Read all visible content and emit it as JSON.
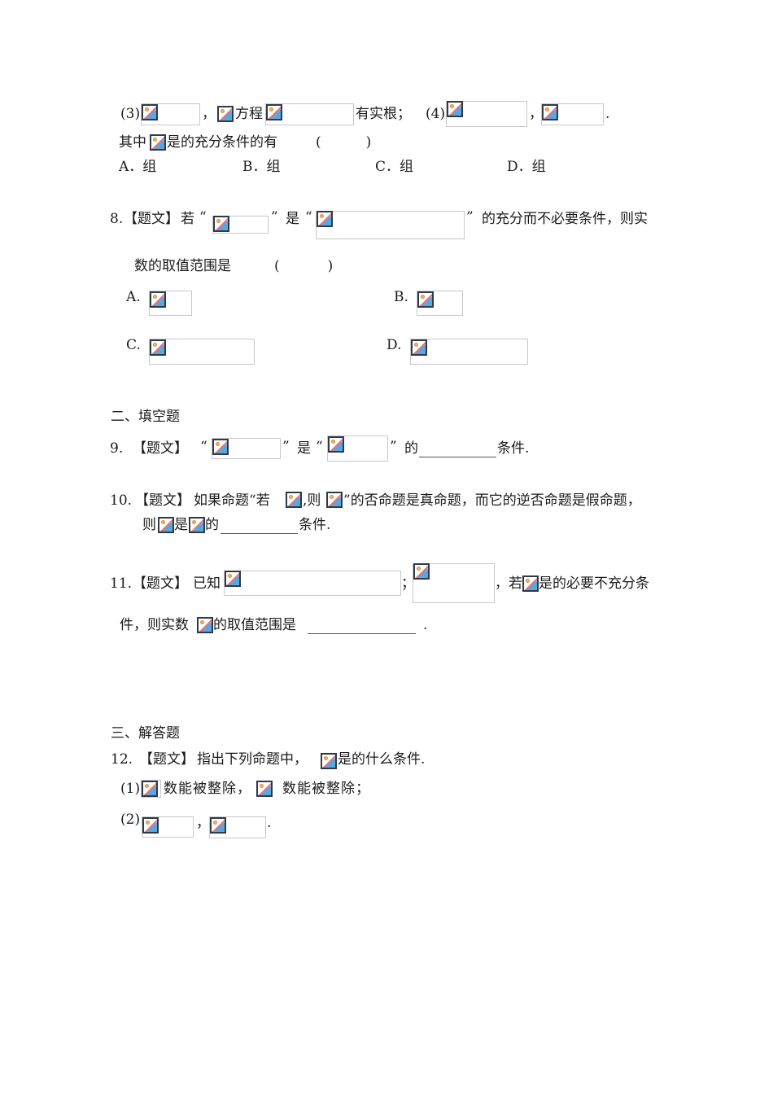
{
  "q7_tail": {
    "line1": {
      "part3_label": "(3)",
      "comma1": "，",
      "equation_label": "方程",
      "has_real_root": "有实根；",
      "part4_label": "(4)",
      "comma2": "，",
      "period": "."
    },
    "line2": {
      "prefix": "其中",
      "suffix": "是的充分条件的有",
      "paren": "(　　　)"
    },
    "options": [
      {
        "label": "A．组"
      },
      {
        "label": "B．组"
      },
      {
        "label": "C．组"
      },
      {
        "label": "D．组"
      }
    ]
  },
  "q8": {
    "number": "8.",
    "tag": "【题文】",
    "ruo": "若",
    "open_quote1": "“",
    "close_quote1": "”",
    "shi": "是",
    "open_quote2": "“",
    "close_quote2": "”",
    "tail": "的充分而不必要条件，则实",
    "line2": "数的取值范围是",
    "paren": "(　　　)",
    "options": [
      {
        "label": "A."
      },
      {
        "label": "B."
      },
      {
        "label": "C."
      },
      {
        "label": "D."
      }
    ]
  },
  "section2": {
    "title": "二、填空题"
  },
  "q9": {
    "number": "9.",
    "tag": "【题文】",
    "open_quote1": "“",
    "close_quote1": "”",
    "shi": "是",
    "open_quote2": "“",
    "close_quote2": "”",
    "de": "的",
    "blank": "",
    "tail": "条件."
  },
  "q10": {
    "number": "10.",
    "tag": "【题文】",
    "text1": "如果命题“若",
    "text2": ",则",
    "text3": "”的否命题是真命题，而它的逆否命题是假命题，",
    "line2_ze": "则",
    "line2_shi": "是",
    "line2_de": "的",
    "blank": "",
    "tail": "条件."
  },
  "q11": {
    "number": "11.",
    "tag": "【题文】",
    "known": "已知",
    "semicolon": "；",
    "comma_ruo": "，若",
    "tail1": "是的必要不充分条",
    "line2_a": "件，则实数",
    "line2_b": "的取值范围是",
    "blank": "",
    "period": "."
  },
  "section3": {
    "title": "三、解答题"
  },
  "q12": {
    "number": "12.",
    "tag": "【题文】",
    "text1": "指出下列命题中，",
    "text2": "是的什么条件.",
    "sub1": {
      "label": "(1)",
      "text_a": "数能被整除，",
      "text_b": "数能被整除；"
    },
    "sub2": {
      "label": "(2)",
      "comma": "，",
      "period": "."
    }
  },
  "icons": {
    "broken_image": "broken-image-icon"
  },
  "colors": {
    "text": "#1a1a1a",
    "box_border": "#c8c8c8",
    "icon_frame": "#2f3a44",
    "icon_sky": "#5aa7e0",
    "icon_sun": "#f2b36b",
    "icon_slash": "#e0757a"
  }
}
